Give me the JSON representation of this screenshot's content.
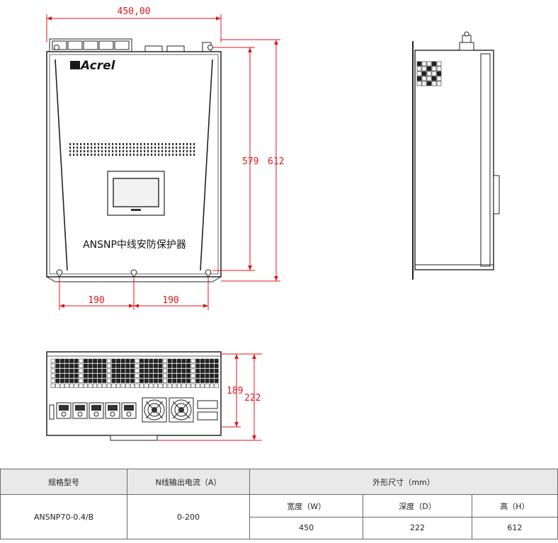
{
  "drawing": {
    "product_label": "ANSNP中线安防保护器",
    "logo_text": "Acrel",
    "dimensions": {
      "front_width": "450,00",
      "front_height_inner": "579",
      "front_height_outer": "612",
      "hole_spacing_left": "190",
      "hole_spacing_right": "190",
      "bottom_depth_inner": "189",
      "bottom_depth_outer": "222"
    },
    "dimension_color": "#e0141e"
  },
  "spec_table": {
    "headers": {
      "model": "规格型号",
      "current": "N线输出电流（A）",
      "size": "外形尺寸（mm）"
    },
    "size_columns": [
      "宽度（W）",
      "深度（D）",
      "高（H）"
    ],
    "row": {
      "model": "ANSNP70-0.4/B",
      "current": "0-200",
      "width": "450",
      "depth": "222",
      "height": "612"
    }
  }
}
